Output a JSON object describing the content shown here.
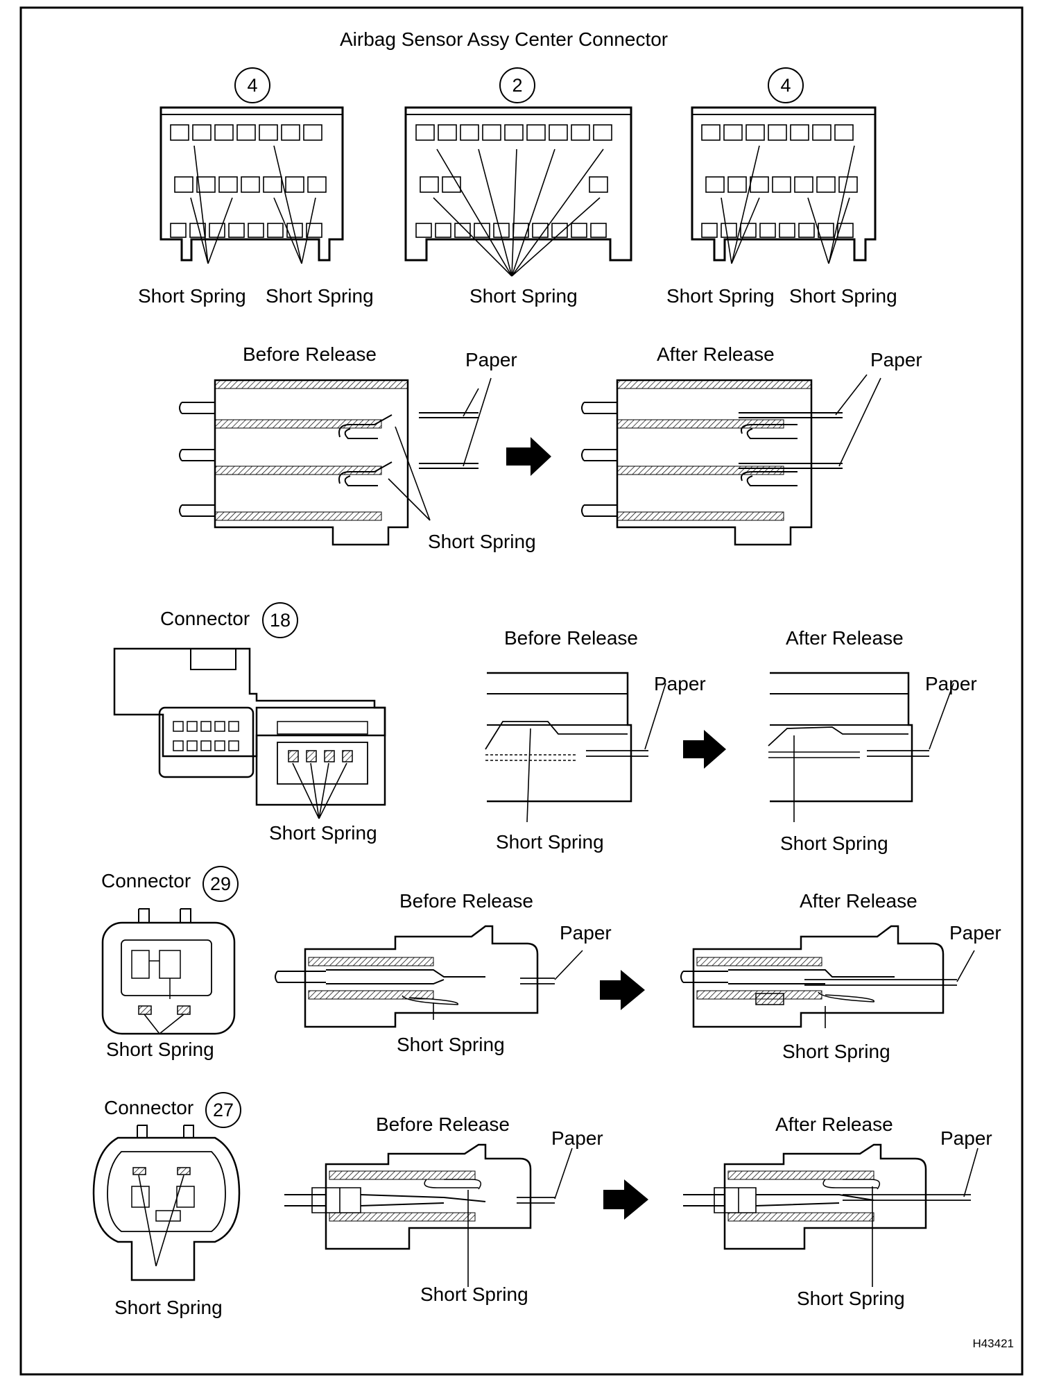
{
  "title": "Airbag Sensor Assy Center Connector",
  "labels": {
    "short_spring": "Short Spring",
    "paper": "Paper",
    "before_release": "Before Release",
    "after_release": "After Release",
    "connector": "Connector"
  },
  "center_connectors": [
    {
      "number": "4"
    },
    {
      "number": "2"
    },
    {
      "number": "4"
    }
  ],
  "connectors": [
    {
      "number": "18"
    },
    {
      "number": "29"
    },
    {
      "number": "27"
    }
  ],
  "figure_id": "H43421"
}
